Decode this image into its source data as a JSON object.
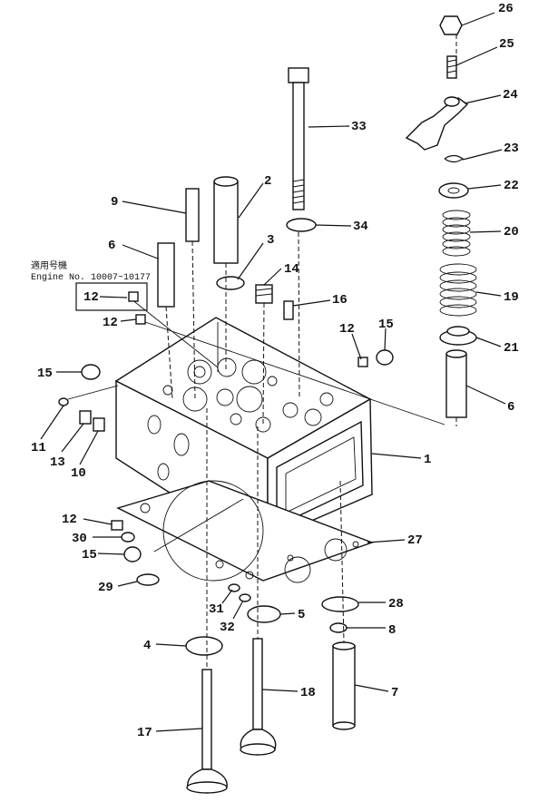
{
  "note": {
    "line1": "適用号機",
    "line2": "Engine No. 10007~10177",
    "callout": "12"
  },
  "labels": [
    "26",
    "25",
    "24",
    "23",
    "22",
    "20",
    "19",
    "21",
    "6",
    "33",
    "2",
    "9",
    "34",
    "6",
    "3",
    "14",
    "16",
    "12",
    "12",
    "15",
    "15",
    "11",
    "13",
    "10",
    "1",
    "12",
    "30",
    "15",
    "27",
    "29",
    "31",
    "32",
    "5",
    "28",
    "8",
    "4",
    "18",
    "7",
    "17"
  ]
}
